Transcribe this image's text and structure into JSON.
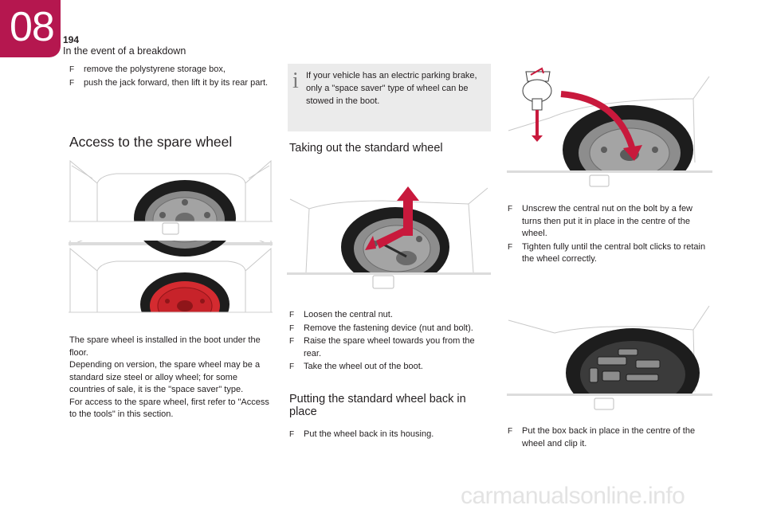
{
  "header": {
    "chapter": "08",
    "page_number": "194",
    "section_title": "In the event of a breakdown"
  },
  "bullet_mark": "F",
  "col1": {
    "intro_bullets": [
      "remove the polystyrene storage box,",
      "push the jack forward, then lift it by its rear part."
    ],
    "heading": "Access to the spare wheel",
    "paragraph": "The spare wheel is installed in the boot under the floor.\nDepending on version, the spare wheel may be a standard size steel or alloy wheel; for some countries of sale, it is the \"space saver\" type.\nFor access to the spare wheel, first refer to \"Access to the tools\" in this section."
  },
  "col2": {
    "info": "If your vehicle has an electric parking brake, only a \"space saver\" type of wheel can be stowed in the boot.",
    "heading_taking": "Taking out the standard wheel",
    "taking_bullets": [
      "Loosen the central nut.",
      "Remove the fastening device (nut and bolt).",
      "Raise the spare wheel towards you from the rear.",
      "Take the wheel out of the boot."
    ],
    "heading_putting": "Putting the standard wheel back in place",
    "putting_bullets": [
      "Put the wheel back in its housing."
    ]
  },
  "col3": {
    "bullets_a": [
      "Unscrew the central nut on the bolt by a few turns then put it in place in the centre of the wheel.",
      "Tighten fully until the central bolt clicks to retain the wheel correctly."
    ],
    "bullets_b": [
      "Put the box back in place in the centre of the wheel and clip it."
    ]
  },
  "colors": {
    "accent": "#b5174f",
    "red_wheel": "#d42b30",
    "arrow_red": "#c8193c"
  },
  "watermark": "carmanualsonline.info"
}
